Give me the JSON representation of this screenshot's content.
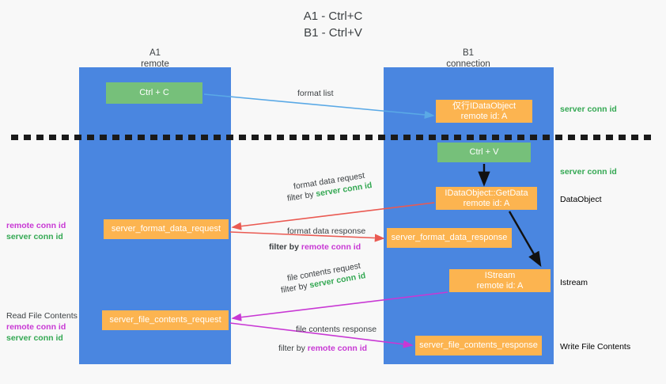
{
  "title": {
    "line1": "A1 - Ctrl+C",
    "line2": "B1 - Ctrl+V"
  },
  "lanes": [
    {
      "name": "A1",
      "sub": "remote"
    },
    {
      "name": "B1",
      "sub": "connection"
    }
  ],
  "colors": {
    "lane": "#4a86e0",
    "green_box": "#76c07a",
    "orange_box": "#fcb450",
    "server_conn": "#34a853",
    "remote_conn": "#c838d4",
    "blue_arrow": "#5aa9e6",
    "red_arrow": "#ea5a52",
    "magenta_arrow": "#c838d4",
    "black_arrow": "#111111",
    "background": "#f8f8f8"
  },
  "boxes": {
    "ctrl_c": "Ctrl + C",
    "idataobject_l1": "仅行IDataObject",
    "idataobject_l2": "remote id: A",
    "ctrl_v": "Ctrl + V",
    "getdata_l1": "IDataObject::GetData",
    "getdata_l2": "remote id: A",
    "server_format_data_request": "server_format_data_request",
    "server_format_data_response": "server_format_data_response",
    "istream_l1": "IStream",
    "istream_l2": "remote id: A",
    "server_file_contents_request": "server_file_contents_request",
    "server_file_contents_response": "server_file_contents_response"
  },
  "edges": {
    "format_list": "format list",
    "format_data_request": "format data request",
    "format_data_response": "format data response",
    "file_contents_request": "file contents request",
    "file_contents_response": "file contents response",
    "filter_by": "filter by",
    "server_conn_id": "server conn id",
    "remote_conn_id": "remote conn id"
  },
  "annotations": {
    "server_conn_id": "server conn id",
    "remote_conn_id": "remote conn id",
    "dataobject": "DataObject",
    "istream": "Istream",
    "write_file_contents": "Write File Contents",
    "read_file_contents": "Read File Contents"
  }
}
